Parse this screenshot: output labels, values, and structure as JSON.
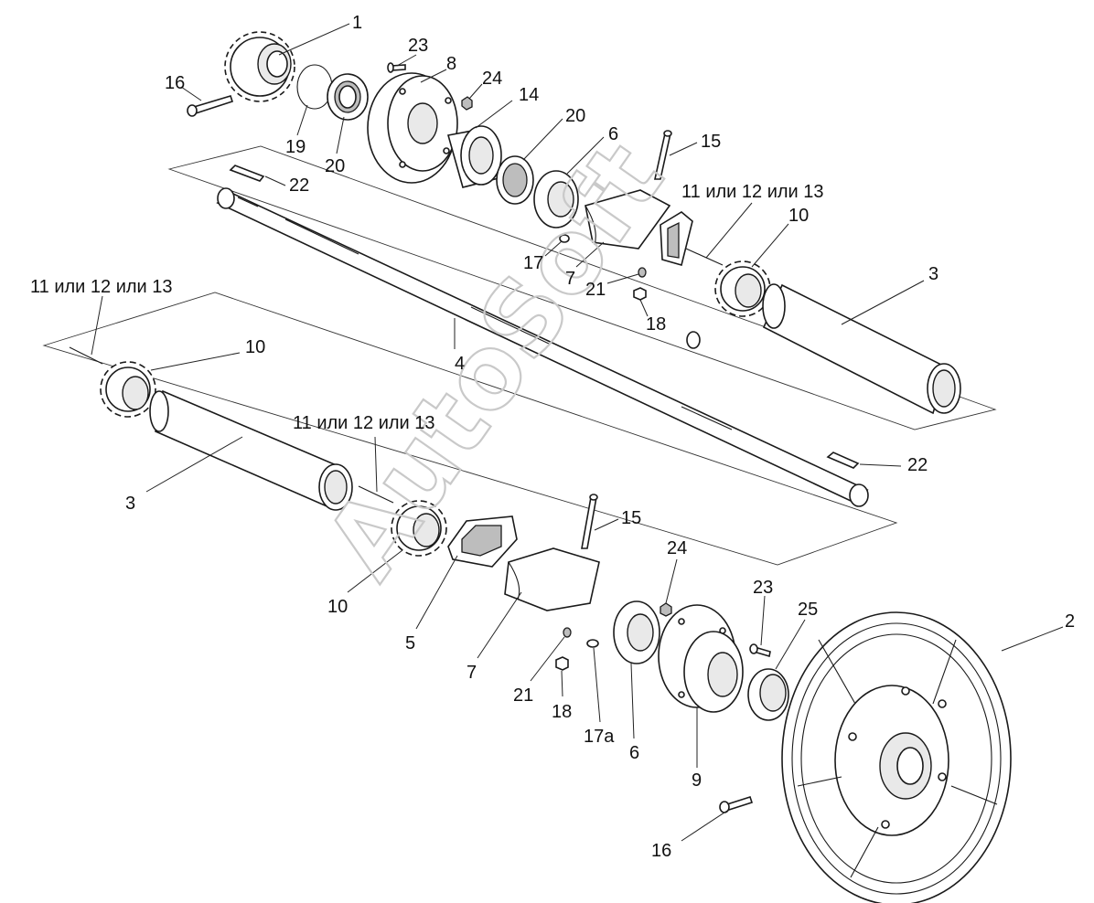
{
  "watermark": "AutoSoft",
  "callouts": {
    "c1": "1",
    "c16a": "16",
    "c19": "19",
    "c20a": "20",
    "c23a": "23",
    "c8": "8",
    "c24a": "24",
    "c14": "14",
    "c20b": "20",
    "c6a": "6",
    "c15a": "15",
    "c11a": "11 или 12 или 13",
    "c10a": "10",
    "c3a": "3",
    "c22a": "22",
    "c17": "17",
    "c7a": "7",
    "c21a": "21",
    "c18a": "18",
    "c11b": "11 или 12 или 13",
    "c10b": "10",
    "c4": "4",
    "c11c": "11 или 12 или 13",
    "c3b": "3",
    "c22b": "22",
    "c15b": "15",
    "c10c": "10",
    "c5": "5",
    "c24b": "24",
    "c23b": "23",
    "c25": "25",
    "c2": "2",
    "c7b": "7",
    "c21b": "21",
    "c18b": "18",
    "c17a": "17а",
    "c6b": "6",
    "c9": "9",
    "c16b": "16"
  }
}
